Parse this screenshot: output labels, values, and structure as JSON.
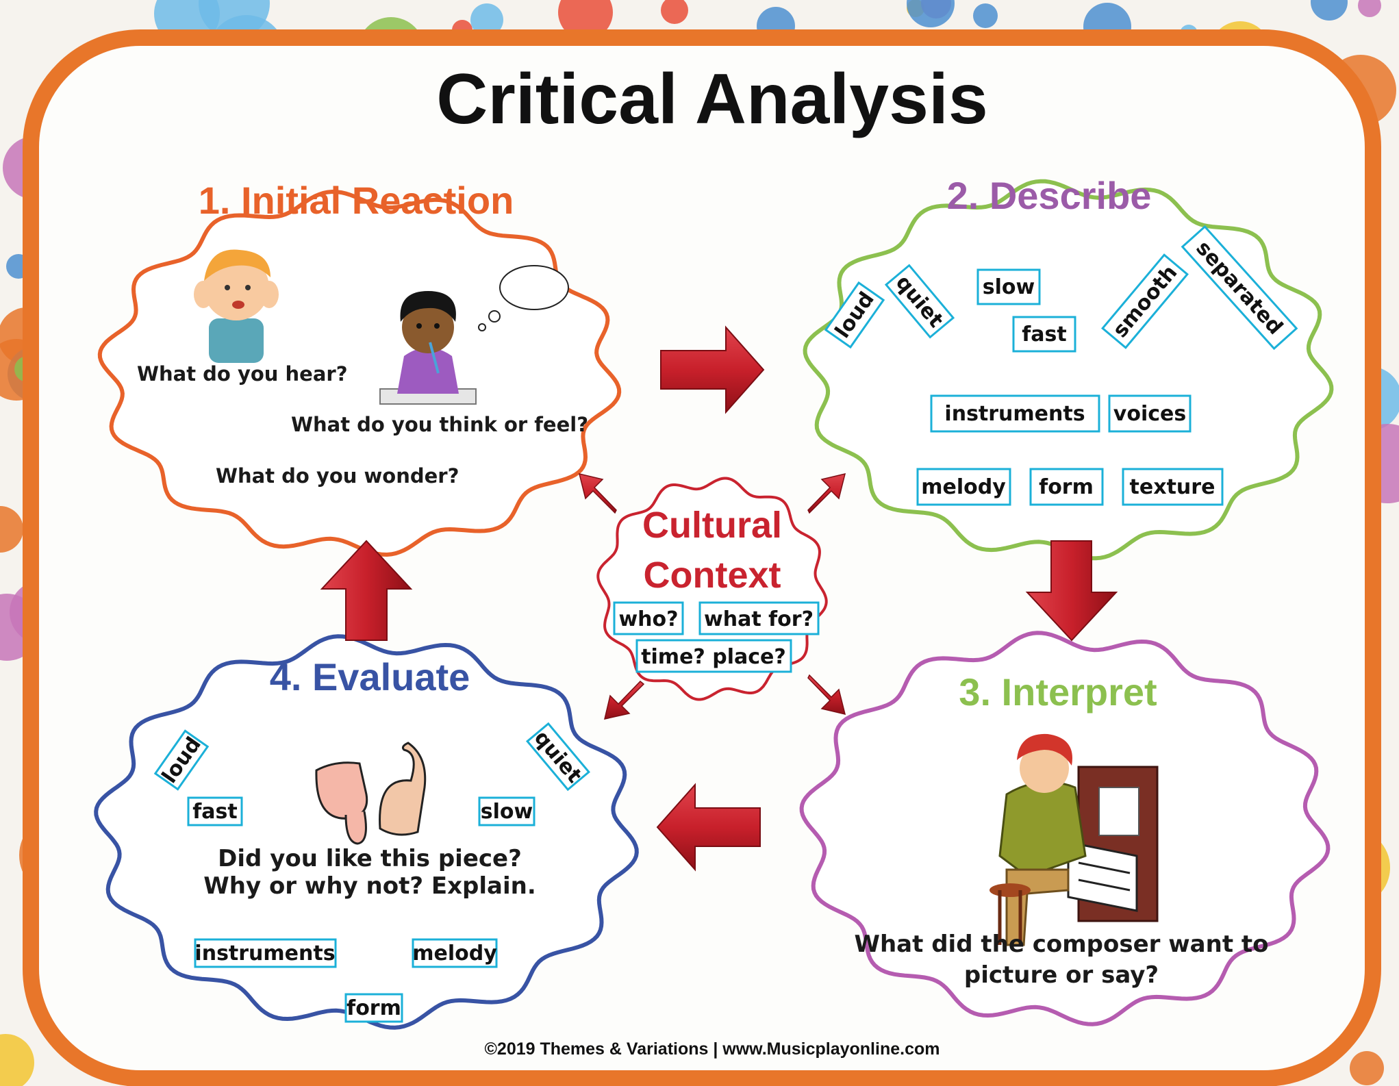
{
  "title": "Critical Analysis",
  "colors": {
    "frame": "#e8762a",
    "panel": "#fdfdfb",
    "initial_reaction": "#e8622a",
    "describe_title": "#9b5ba8",
    "describe_outline": "#8cc04f",
    "interpret_title": "#8cc04f",
    "interpret_outline": "#b55cb0",
    "evaluate": "#3853a4",
    "cultural": "#c9232f",
    "word_box": "#1bb0d8",
    "arrow": "#c8202b"
  },
  "initial_reaction": {
    "title": "1. Initial Reaction",
    "q_hear": "What do you hear?",
    "q_think": "What do you think or feel?",
    "q_wonder": "What do you wonder?"
  },
  "describe": {
    "title": "2. Describe",
    "words": {
      "loud": "loud",
      "quiet": "quiet",
      "slow": "slow",
      "fast": "fast",
      "smooth": "smooth",
      "separated": "separated",
      "instruments": "instruments",
      "voices": "voices",
      "melody": "melody",
      "form": "form",
      "texture": "texture"
    }
  },
  "interpret": {
    "title": "3. Interpret",
    "q_line1": "What did the composer want to",
    "q_line2": "picture or say?"
  },
  "evaluate": {
    "title": "4. Evaluate",
    "words": {
      "loud": "loud",
      "quiet": "quiet",
      "fast": "fast",
      "slow": "slow",
      "instruments": "instruments",
      "melody": "melody",
      "form": "form"
    },
    "q_line1": "Did you like this piece?",
    "q_line2": "Why or why not?  Explain."
  },
  "cultural_context": {
    "line1": "Cultural",
    "line2": "Context",
    "who": "who?",
    "what_for": "what for?",
    "time_place": "time?  place?"
  },
  "credit": "©2019 Themes & Variations  |  www.Musicplayonline.com"
}
